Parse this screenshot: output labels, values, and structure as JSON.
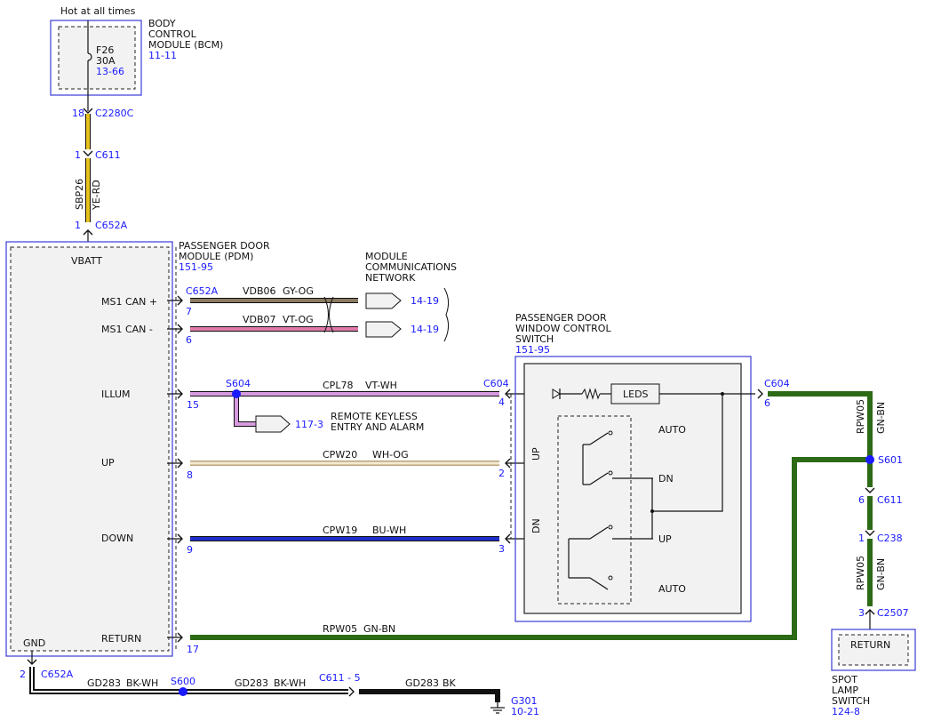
{
  "header": {
    "hot_label": "Hot at all times"
  },
  "bcm": {
    "name_line1": "BODY",
    "name_line2": "CONTROL",
    "name_line3": "MODULE (BCM)",
    "ref": "11-11",
    "fuse_name": "F26",
    "fuse_rating": "30A",
    "fuse_ref": "13-66",
    "pin": "18",
    "connector": "C2280C"
  },
  "feed": {
    "c611_pin": "1",
    "c611": "C611",
    "circuit": "SBP26",
    "color": "YE-RD",
    "c652a_pin": "1",
    "c652a": "C652A"
  },
  "pdm": {
    "name_line1": "PASSENGER DOOR",
    "name_line2": "MODULE (PDM)",
    "ref": "151-95",
    "vbatt": "VBATT",
    "ms1_can_plus": "MS1 CAN +",
    "ms1_can_minus": "MS1 CAN -",
    "illum": "ILLUM",
    "up": "UP",
    "down": "DOWN",
    "return": "RETURN",
    "gnd": "GND"
  },
  "network": {
    "line1": "MODULE",
    "line2": "COMMUNICATIONS",
    "line3": "NETWORK",
    "connector": "C652A",
    "pin_plus": "7",
    "pin_minus": "6",
    "circuit_plus": "VDB06",
    "color_plus": "GY-OG",
    "circuit_minus": "VDB07",
    "color_minus": "VT-OG",
    "ref_plus": "14-19",
    "ref_minus": "14-19"
  },
  "illum_circuit": {
    "pin": "15",
    "splice": "S604",
    "circuit": "CPL78",
    "color": "VT-WH",
    "connector": "C604",
    "switch_pin": "4",
    "rke_ref": "117-3",
    "rke_line1": "REMOTE KEYLESS",
    "rke_line2": "ENTRY AND ALARM"
  },
  "up_circuit": {
    "pin": "8",
    "circuit": "CPW20",
    "color": "WH-OG",
    "switch_pin": "2"
  },
  "down_circuit": {
    "pin": "9",
    "circuit": "CPW19",
    "color": "BU-WH",
    "switch_pin": "3"
  },
  "return_circuit": {
    "pin": "17",
    "circuit": "RPW05",
    "color": "GN-BN"
  },
  "switch": {
    "name_line1": "PASSENGER DOOR",
    "name_line2": "WINDOW CONTROL",
    "name_line3": "SWITCH",
    "ref": "151-95",
    "leds": "LEDS",
    "auto_top": "AUTO",
    "dn": "DN",
    "up": "UP",
    "auto_bottom": "AUTO",
    "up_side": "UP",
    "dn_side": "DN"
  },
  "right_harness": {
    "c604": "C604",
    "c604_pin": "6",
    "circuit_top": "RPW05",
    "color_top": "GN-BN",
    "splice": "S601",
    "c611_pin": "6",
    "c611": "C611",
    "c238_pin": "1",
    "c238": "C238",
    "circuit_bottom": "RPW05",
    "color_bottom": "GN-BN",
    "c2507_pin": "3",
    "c2507": "C2507"
  },
  "spot_lamp": {
    "inner": "RETURN",
    "line1": "SPOT",
    "line2": "LAMP",
    "line3": "SWITCH",
    "ref": "124-8"
  },
  "ground": {
    "pin": "2",
    "connector": "C652A",
    "circuit1": "GD283",
    "color1": "BK-WH",
    "splice": "S600",
    "circuit2": "GD283",
    "color2": "BK-WH",
    "inline": "C611 - 5",
    "circuit3": "GD283",
    "color3": "BK",
    "ground_name": "G301",
    "ground_ref": "10-21"
  },
  "colors": {
    "box_blue": "#3b3bd6",
    "yellow": "#e8c21a",
    "green": "#2d6a16",
    "pink": "#e07aa8",
    "violet": "#d79adf",
    "blue_wire": "#1f2fc9",
    "tan": "#e8d6b0",
    "gray_og": "#8a7a62"
  }
}
